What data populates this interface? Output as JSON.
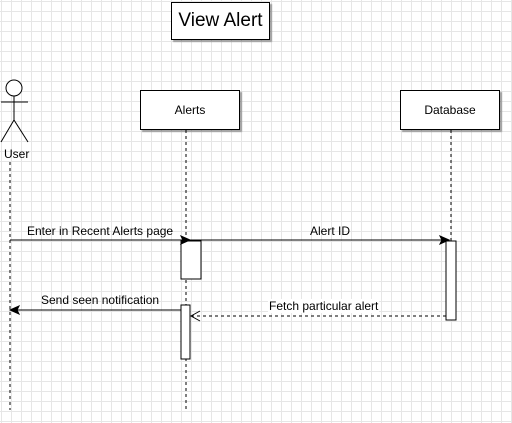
{
  "title": "View Alert",
  "participants": {
    "user": "User",
    "alerts": "Alerts",
    "database": "Database"
  },
  "messages": [
    {
      "label": "Enter in Recent Alerts page",
      "from": "User",
      "to": "Alerts",
      "style": "solid"
    },
    {
      "label": "Alert ID",
      "from": "Alerts",
      "to": "Database",
      "style": "solid"
    },
    {
      "label": "Fetch particular alert",
      "from": "Database",
      "to": "Alerts",
      "style": "dashed"
    },
    {
      "label": "Send seen notification",
      "from": "Alerts",
      "to": "User",
      "style": "solid"
    }
  ]
}
